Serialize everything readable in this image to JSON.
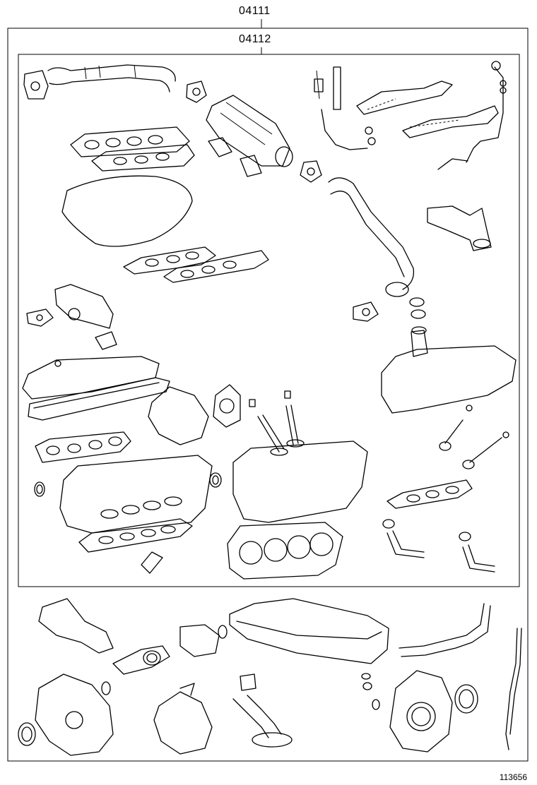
{
  "diagram": {
    "outer_kit_number": "04111",
    "inner_kit_number": "04112",
    "figure_id": "113656"
  }
}
